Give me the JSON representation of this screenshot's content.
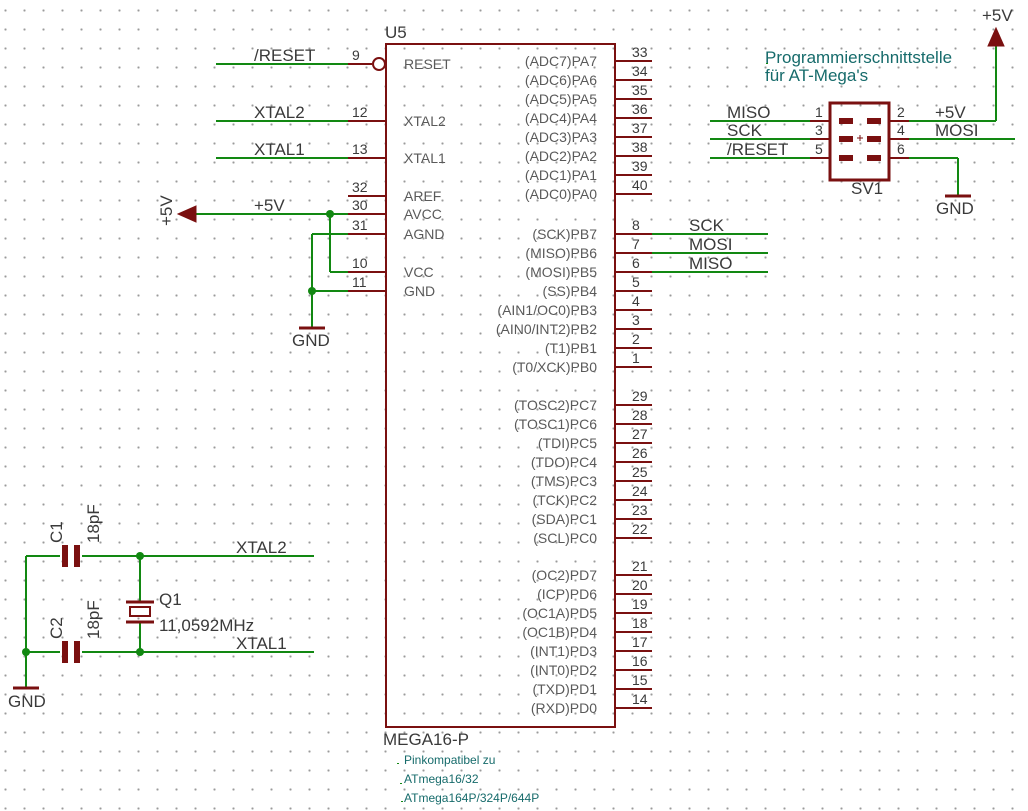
{
  "ic": {
    "name": "U5",
    "value": "MEGA16-P",
    "left_pins": [
      {
        "num": "9",
        "name": "RESET",
        "inverted": true,
        "net": "/RESET"
      },
      {
        "num": "12",
        "name": "XTAL2",
        "net": "XTAL2"
      },
      {
        "num": "13",
        "name": "XTAL1",
        "net": "XTAL1"
      },
      {
        "num": "32",
        "name": "AREF",
        "net": ""
      },
      {
        "num": "30",
        "name": "AVCC",
        "net": "+5V"
      },
      {
        "num": "31",
        "name": "AGND",
        "net": ""
      },
      {
        "num": "10",
        "name": "VCC",
        "net": ""
      },
      {
        "num": "11",
        "name": "GND",
        "net": ""
      }
    ],
    "right_pins": [
      {
        "num": "33",
        "name": "(ADC7)PA7"
      },
      {
        "num": "34",
        "name": "(ADC6)PA6"
      },
      {
        "num": "35",
        "name": "(ADC5)PA5"
      },
      {
        "num": "36",
        "name": "(ADC4)PA4"
      },
      {
        "num": "37",
        "name": "(ADC3)PA3"
      },
      {
        "num": "38",
        "name": "(ADC2)PA2"
      },
      {
        "num": "39",
        "name": "(ADC1)PA1"
      },
      {
        "num": "40",
        "name": "(ADC0)PA0"
      },
      {
        "num": "8",
        "name": "(SCK)PB7",
        "net": "SCK"
      },
      {
        "num": "7",
        "name": "(MISO)PB6",
        "net": "MOSI"
      },
      {
        "num": "6",
        "name": "(MOSI)PB5",
        "net": "MISO"
      },
      {
        "num": "5",
        "name": "(SS)PB4"
      },
      {
        "num": "4",
        "name": "(AIN1/OC0)PB3"
      },
      {
        "num": "3",
        "name": "(AIN0/INT2)PB2"
      },
      {
        "num": "2",
        "name": "(T1)PB1"
      },
      {
        "num": "1",
        "name": "(T0/XCK)PB0"
      },
      {
        "num": "29",
        "name": "(TOSC2)PC7"
      },
      {
        "num": "28",
        "name": "(TOSC1)PC6"
      },
      {
        "num": "27",
        "name": "(TDI)PC5"
      },
      {
        "num": "26",
        "name": "(TDO)PC4"
      },
      {
        "num": "25",
        "name": "(TMS)PC3"
      },
      {
        "num": "24",
        "name": "(TCK)PC2"
      },
      {
        "num": "23",
        "name": "(SDA)PC1"
      },
      {
        "num": "22",
        "name": "(SCL)PC0"
      },
      {
        "num": "21",
        "name": "(OC2)PD7"
      },
      {
        "num": "20",
        "name": "(ICP)PD6"
      },
      {
        "num": "19",
        "name": "(OC1A)PD5"
      },
      {
        "num": "18",
        "name": "(OC1B)PD4"
      },
      {
        "num": "17",
        "name": "(INT1)PD3"
      },
      {
        "num": "16",
        "name": "(INT0)PD2"
      },
      {
        "num": "15",
        "name": "(TXD)PD1"
      },
      {
        "num": "14",
        "name": "(RXD)PD0"
      }
    ],
    "note_line1": "Pinkompatibel zu",
    "note_line2": "ATmega16/32",
    "note_line3": "ATmega164P/324P/644P"
  },
  "power": {
    "vcc": "+5V",
    "gnd": "GND"
  },
  "header": {
    "name": "SV1",
    "title_line1": "Programmierschnittstelle",
    "title_line2": "für AT-Mega's",
    "left_pins": [
      {
        "num": "1",
        "net": "MISO"
      },
      {
        "num": "3",
        "net": "SCK"
      },
      {
        "num": "5",
        "net": "/RESET"
      }
    ],
    "right_pins": [
      {
        "num": "2",
        "net": "+5V"
      },
      {
        "num": "4",
        "net": "MOSI"
      },
      {
        "num": "6",
        "net": ""
      }
    ]
  },
  "crystal": {
    "name": "Q1",
    "value": "11,0592MHz"
  },
  "caps": [
    {
      "name": "C1",
      "value": "18pF"
    },
    {
      "name": "C2",
      "value": "18pF"
    }
  ],
  "crystal_nets": [
    "XTAL2",
    "XTAL1"
  ],
  "colors": {
    "wire": "#128812",
    "part": "#7a1010",
    "note": "#166b6b",
    "text": "#3a3a3a"
  }
}
